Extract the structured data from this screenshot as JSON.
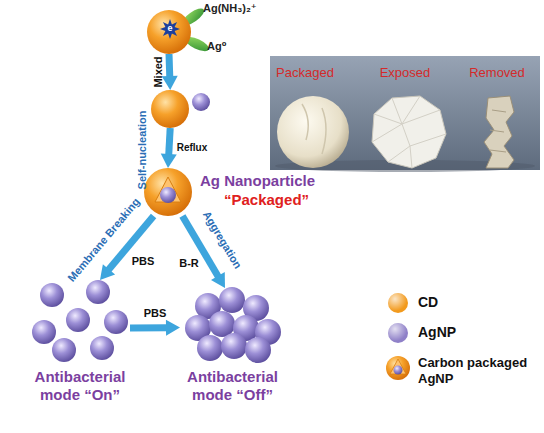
{
  "diagram": {
    "nodes": [
      {
        "text": [
          "Ag(NH₃)₂⁺",
          "e",
          "Ag⁰"
        ]
      },
      {
        "text": []
      },
      {
        "text": [
          "Ag Nanoparticle",
          "“Packaged”"
        ]
      },
      {
        "text": [
          "Antibacterial mode “On”"
        ]
      },
      {
        "text": [
          "Antibacterial mode “Off”"
        ]
      }
    ],
    "edges": [
      {
        "from": 0,
        "to": 1,
        "arrow": "to",
        "label": "Mixed"
      },
      {
        "from": 1,
        "to": 2,
        "arrow": "to",
        "label": "Reflux"
      },
      {
        "from": 2,
        "to": 3,
        "arrow": "to",
        "label": "PBS"
      },
      {
        "from": 2,
        "to": 4,
        "arrow": "to",
        "label": "B-R"
      },
      {
        "from": 3,
        "to": 4,
        "arrow": "to",
        "label": "PBS"
      }
    ],
    "labels": [
      "Self-nucleation",
      "Membrane Breaking",
      "Aggregation",
      "Packaged",
      "Exposed",
      "Removed"
    ],
    "legend": [
      {
        "text": "CD",
        "color": "#f29a1d"
      },
      {
        "text": "AgNP",
        "color": "#8f80c8"
      },
      {
        "text": "Carbon packaged AgNP"
      }
    ]
  }
}
